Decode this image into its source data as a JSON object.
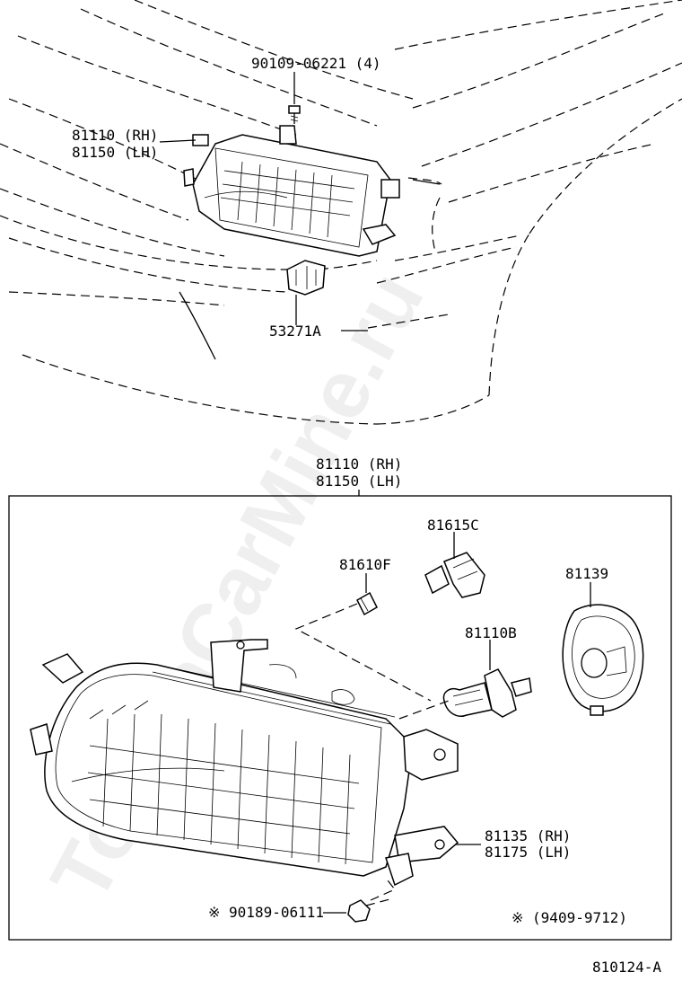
{
  "labels": {
    "top_bolt": "90109-06221 (4)",
    "top_assy_rh": "81110 (RH)",
    "top_assy_lh": "81150 (LH)",
    "top_bracket": "53271A",
    "box_assy_rh": "81110 (RH)",
    "box_assy_lh": "81150 (LH)",
    "socket": "81615C",
    "wedge_bulb": "81610F",
    "socket_cover": "81139",
    "halogen_bulb": "81110B",
    "adjuster_rh": "81135 (RH)",
    "adjuster_lh": "81175 (LH)",
    "screw": "※ 90189-06111",
    "date_note": "※ (9409-9712)",
    "figure_code": "810124-A"
  },
  "watermark": "ToyotaCarMine.ru"
}
